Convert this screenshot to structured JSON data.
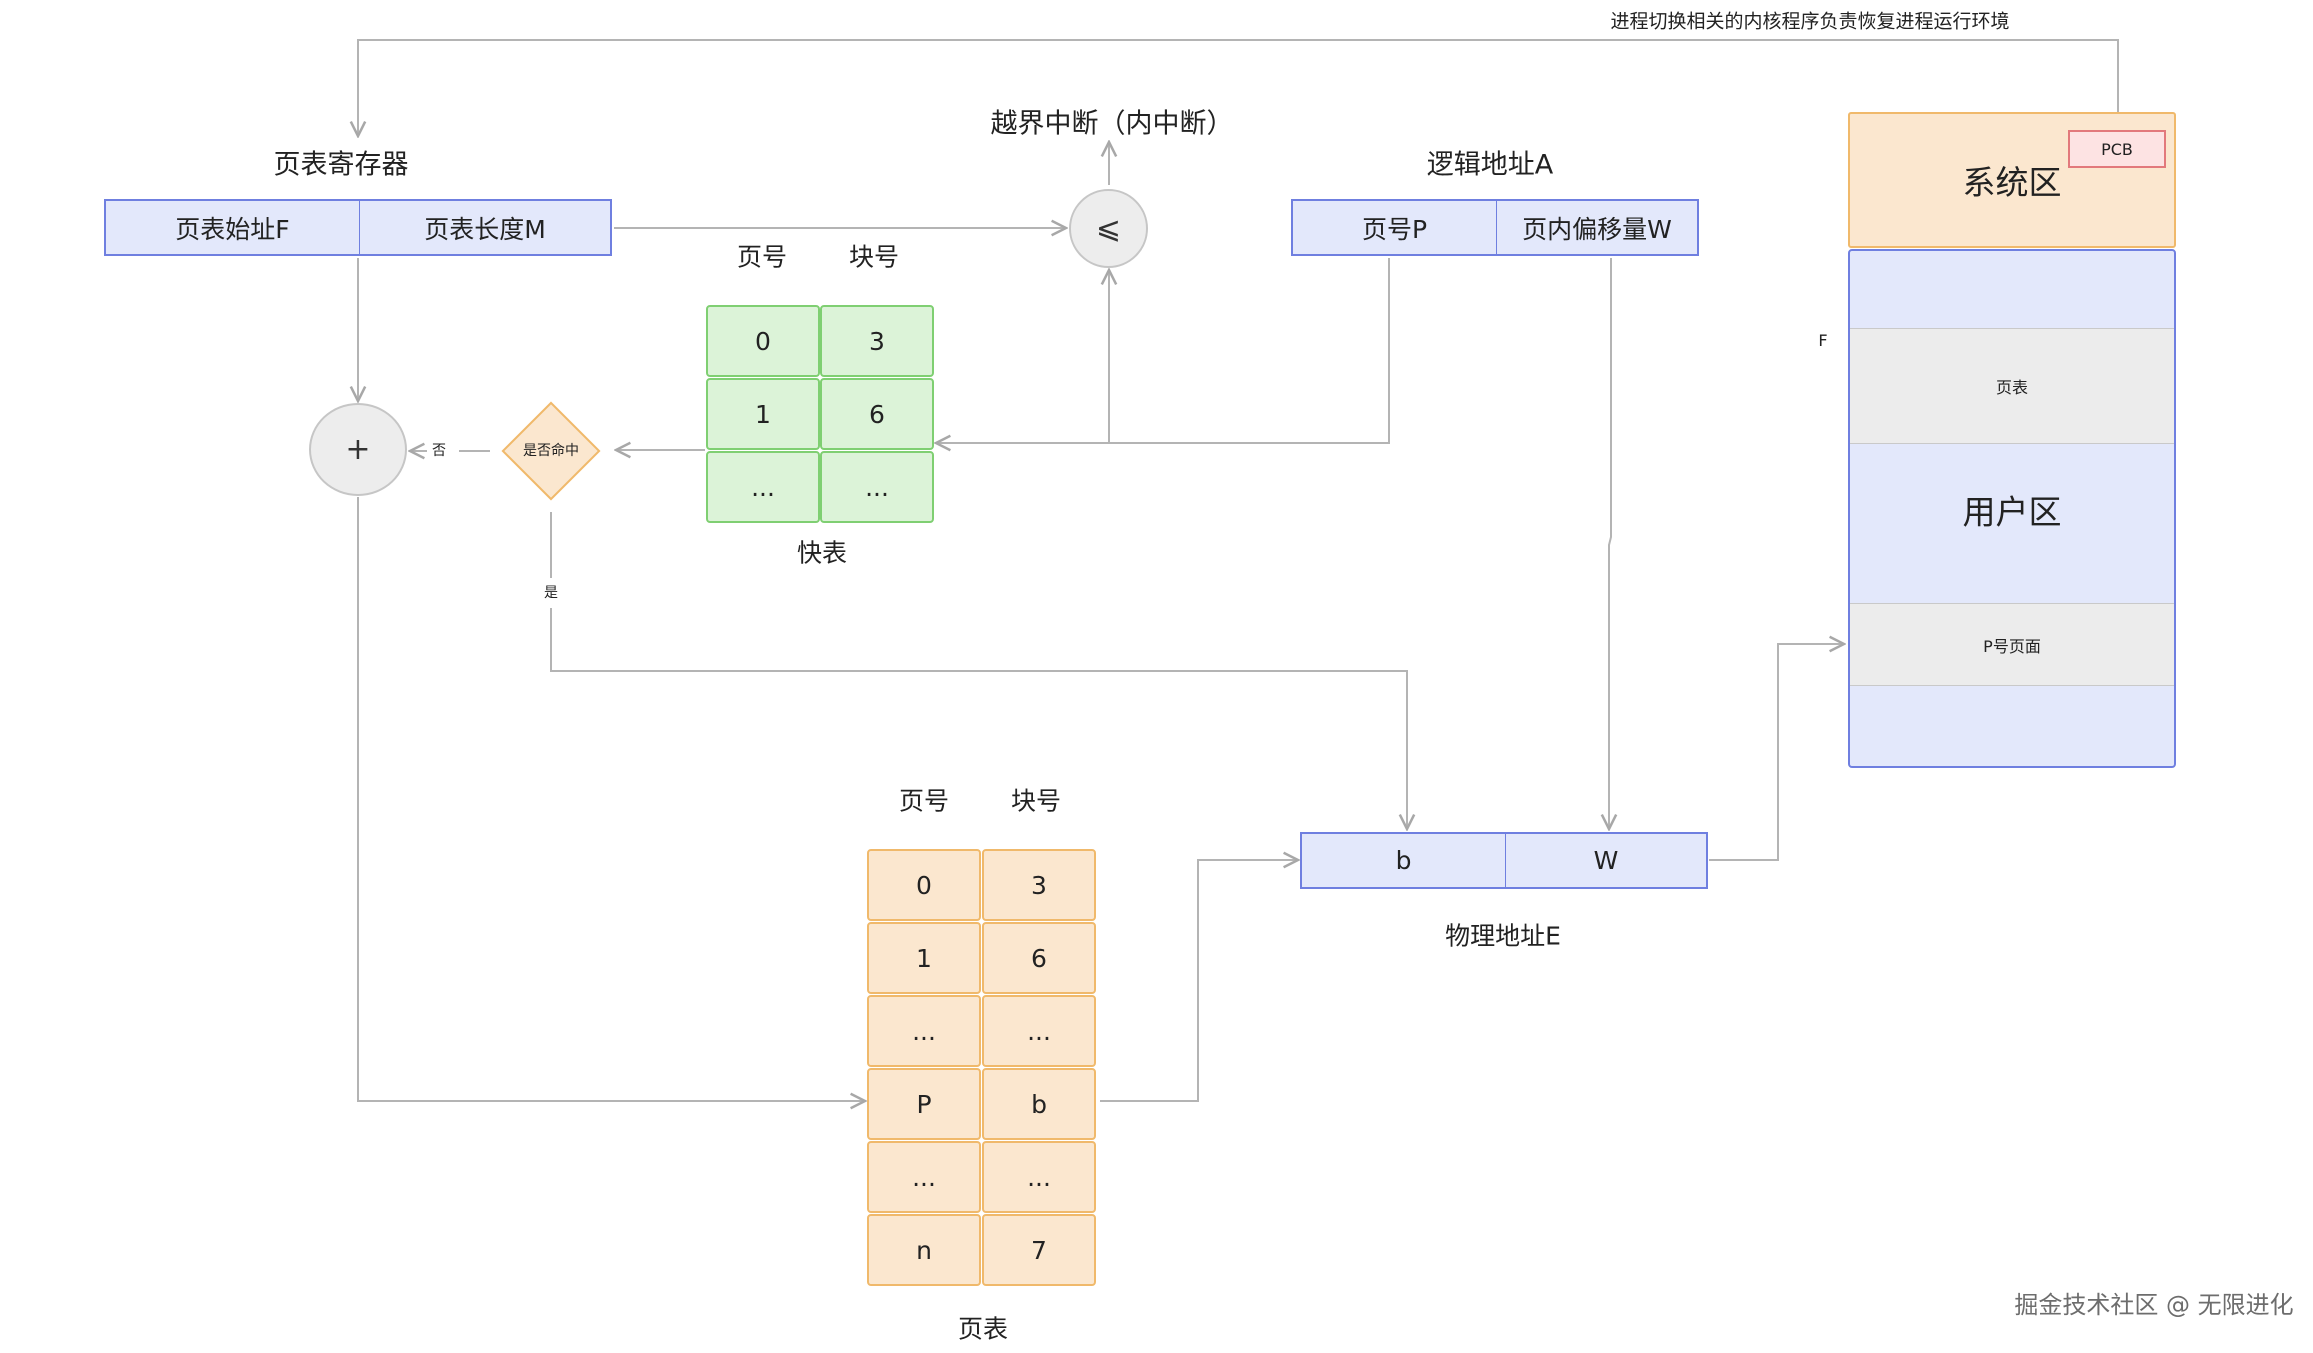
{
  "top_note": "进程切换相关的内核程序负责恢复进程运行环境",
  "page_table_register": {
    "title": "页表寄存器",
    "fields": [
      "页表始址F",
      "页表长度M"
    ]
  },
  "compare": {
    "symbol": "⩽",
    "label": "越界中断（内中断）"
  },
  "logical_address": {
    "title": "逻辑地址A",
    "fields": [
      "页号P",
      "页内偏移量W"
    ]
  },
  "fast_table": {
    "title": "快表",
    "headers": [
      "页号",
      "块号"
    ],
    "rows": [
      [
        "0",
        "3"
      ],
      [
        "1",
        "6"
      ],
      [
        "...",
        "..."
      ]
    ]
  },
  "decision": {
    "label": "是否命中",
    "no_label": "否",
    "yes_label": "是"
  },
  "adder": {
    "symbol": "+"
  },
  "page_table": {
    "title": "页表",
    "headers": [
      "页号",
      "块号"
    ],
    "rows": [
      [
        "0",
        "3"
      ],
      [
        "1",
        "6"
      ],
      [
        "...",
        "..."
      ],
      [
        "P",
        "b"
      ],
      [
        "...",
        "..."
      ],
      [
        "n",
        "7"
      ]
    ]
  },
  "physical_address": {
    "title": "物理地址E",
    "fields": [
      "b",
      "W"
    ]
  },
  "memory": {
    "system_area": "系统区",
    "pcb": "PCB",
    "f_marker": "F",
    "page_table_area": "页表",
    "user_area": "用户区",
    "p_page": "P号页面"
  },
  "watermark": "掘金技术社区 @ 无限进化",
  "colors": {
    "blue_fill": "#e3e8fb",
    "blue_border": "#6f7fe0",
    "green_fill": "#dcf3d8",
    "green_border": "#7fcf72",
    "orange_fill": "#fbe7cf",
    "orange_border": "#f0b96b",
    "connector": "#b4b4b4"
  }
}
